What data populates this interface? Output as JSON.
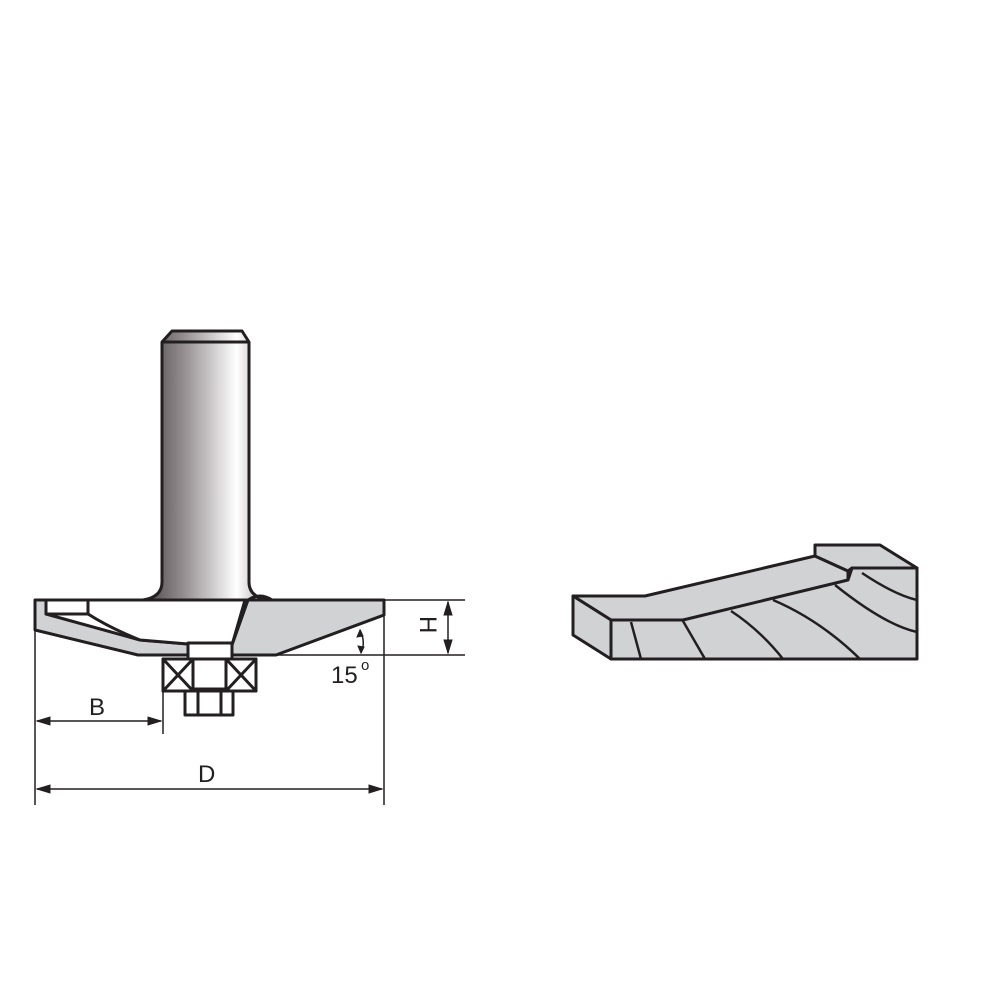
{
  "diagram": {
    "type": "router-bit-technical-drawing",
    "colors": {
      "outline": "#231f20",
      "fill_gray": "#d1d2d4",
      "background": "#ffffff",
      "shank_dark": "#5a5456",
      "shank_light": "#ffffff"
    },
    "tool_view": {
      "parts": [
        "shank",
        "cutter-body",
        "carbide-blade",
        "bearing",
        "nut"
      ],
      "dimensions": {
        "B": "B",
        "D": "D",
        "H": "H",
        "angle": "15",
        "angle_unit": "o"
      }
    },
    "profile_view": {
      "parts": [
        "wood-workpiece",
        "raised-panel-profile"
      ]
    }
  }
}
